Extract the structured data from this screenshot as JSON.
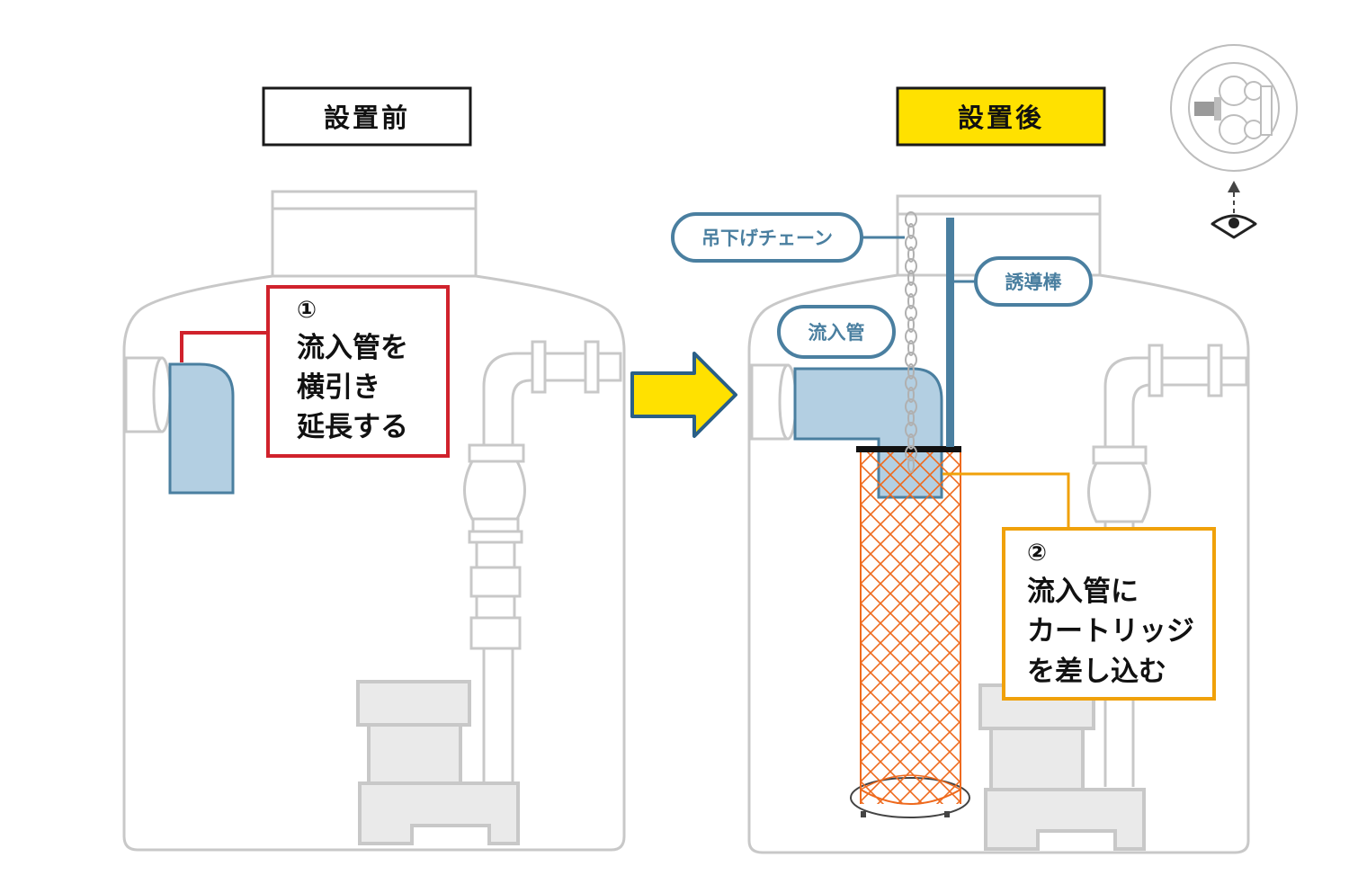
{
  "before_label": "設置前",
  "after_label": "設置後",
  "callout_1": {
    "number": "①",
    "lines": [
      "流入管を",
      "横引き",
      "延長する"
    ],
    "color": "#d0222c"
  },
  "callout_2": {
    "number": "②",
    "lines": [
      "流入管に",
      "カートリッジ",
      "を差し込む"
    ],
    "color": "#f0a10a"
  },
  "pills": {
    "chain": "吊下げチェーン",
    "guide_rod": "誘導棒",
    "inflow_pipe": "流入管",
    "color": "#4a7fa0"
  },
  "colors": {
    "outline": "#c8c8c8",
    "pipe_fill": "#b3cfe2",
    "pipe_edge": "#4a7fa0",
    "mesh": "#ee6a1e",
    "highlight": "#ffe100"
  },
  "icons": [
    "arrow-right-icon",
    "top-view-icon",
    "eye-icon"
  ]
}
